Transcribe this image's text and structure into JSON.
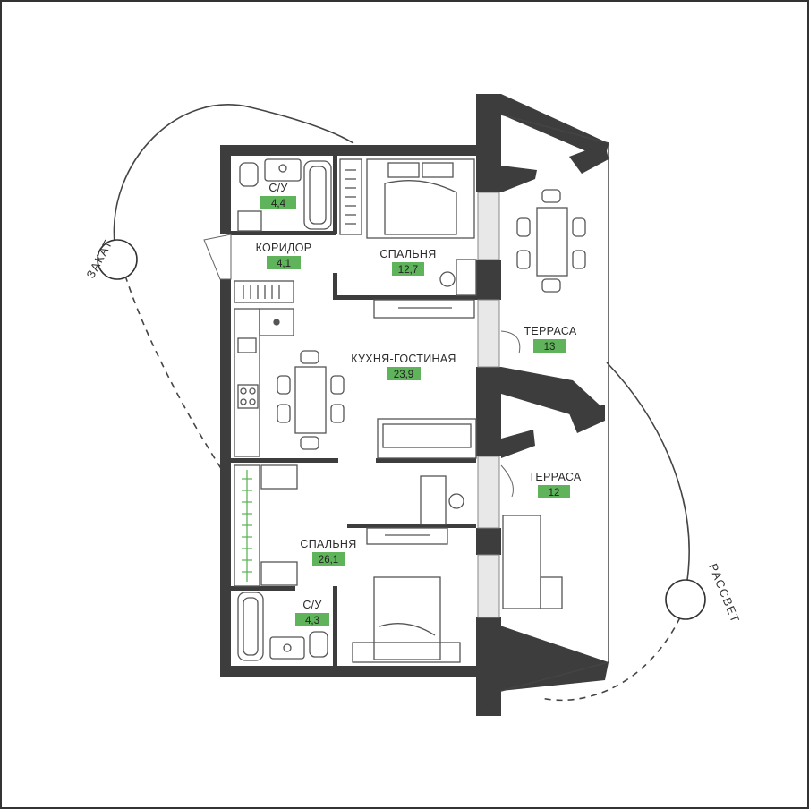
{
  "colors": {
    "wall": "#3d3d3d",
    "area_badge": "#5fb35a",
    "furniture": "#555555",
    "frame": "#333333"
  },
  "rooms": {
    "bath1": {
      "name": "С/У",
      "area": "4,4"
    },
    "corridor": {
      "name": "КОРИДОР",
      "area": "4,1"
    },
    "bedroom1": {
      "name": "СПАЛЬНЯ",
      "area": "12,7"
    },
    "kitchen_living": {
      "name": "КУХНЯ-ГОСТИНАЯ",
      "area": "23,9"
    },
    "terrace1": {
      "name": "ТЕРРАСА",
      "area": "13"
    },
    "terrace2": {
      "name": "ТЕРРАСА",
      "area": "12"
    },
    "bedroom2": {
      "name": "СПАЛЬНЯ",
      "area": "26,1"
    },
    "bath2": {
      "name": "С/У",
      "area": "4,3"
    }
  },
  "compass": {
    "sunset": "ЗАКАТ",
    "sunrise": "РАССВЕТ"
  }
}
